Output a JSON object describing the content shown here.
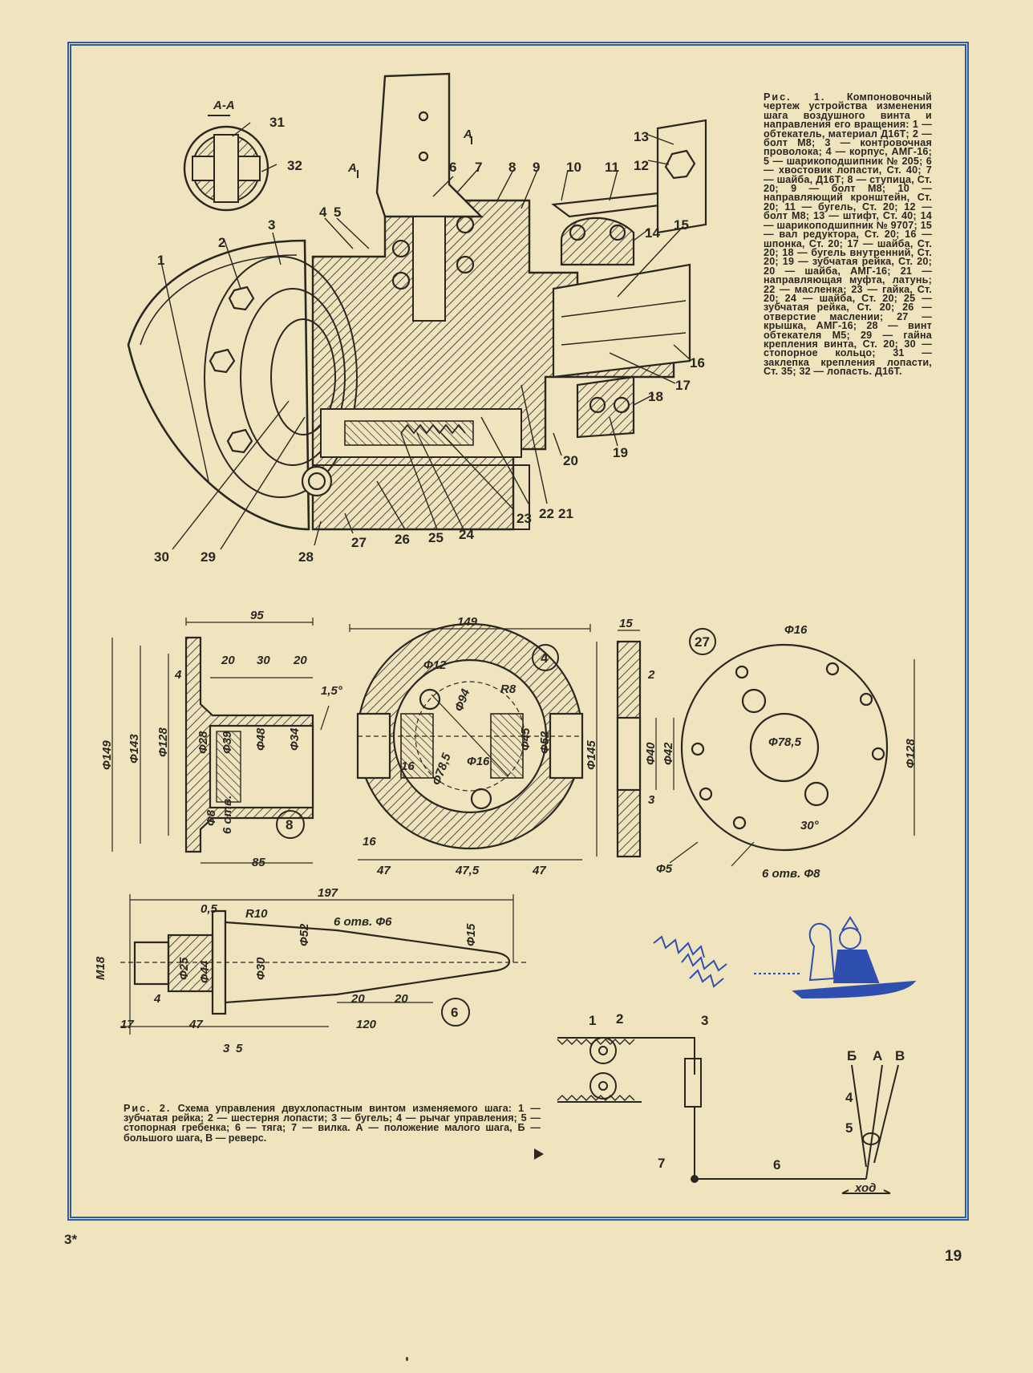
{
  "figure1": {
    "section_label": "А-А",
    "caption": "Рис. 1. Компоновочный чертеж устройства изменения шага воздушного винта и направления его вращения: 1 — обтекатель, материал Д16Т; 2 — болт М8; 3 — контровочная проволока; 4 — корпус, АМГ-16; 5 — шарикоподшипник № 205; 6 — хвостовик лопасти, Ст. 40; 7 — шайба, Д16Т; 8 — ступица, Ст. 20; 9 — болт М8; 10 — направляющий кронштейн, Ст. 20; 11 — бугель, Ст. 20; 12 — болт М8; 13 — штифт, Ст. 40; 14 — шарикоподшипник № 9707; 15 — вал редуктора, Ст. 20; 16 — шпонка, Ст. 20; 17 — шайба, Ст. 20; 18 — бугель внутренний, Ст. 20; 19 — зубчатая рейка, Ст. 20; 20 — шайба, АМГ-16; 21 — направляющая муфта, латунь; 22 — масленка; 23 — гайка, Ст. 20; 24 — шайба, Ст. 20; 25 — зубчатая рейка, Ст. 20; 26 — отверстие маслении; 27 — крышка, АМГ-16; 28 — винт обтекателя М5; 29 — гайна крепления винта, Ст. 20; 30 — стопорное кольцо; 31 — заклепка крепления лопасти, Ст. 35; 32 — лопасть. Д16Т.",
    "caption_lead": "Рис. 1.",
    "caption_body": "Компоновочный чертеж устройства изменения шага воздушного винта и направления его вращения: 1 — обтекатель, материал Д16Т; 2 — болт М8; 3 — контровочная проволока; 4 — корпус, АМГ-16; 5 — шарикоподшипник № 205; 6 — хвостовик лопасти, Ст. 40; 7 — шайба, Д16Т; 8 — ступица, Ст. 20; 9 — болт М8; 10 — направляющий кронштейн, Ст. 20; 11 — бугель, Ст. 20; 12 — болт М8; 13 — штифт, Ст. 40; 14 — шарикоподшипник № 9707; 15 — вал редуктора, Ст. 20; 16 — шпонка, Ст. 20; 17 — шайба, Ст. 20; 18 — бугель внутренний, Ст. 20; 19 — зубчатая рейка, Ст. 20; 20 — шайба, АМГ-16; 21 — направляющая муфта, латунь; 22 — масленка; 23 — гайка, Ст. 20; 24 — шайба, Ст. 20; 25 — зубчатая рейка, Ст. 20; 26 — отверстие маслении; 27 — крышка, АМГ-16; 28 — винт обтекателя М5; 29 — гайна крепления винта, Ст. 20; 30 — стопорное кольцо; 31 — заклепка крепления лопасти, Ст. 35; 32 — лопасть. Д16Т.",
    "part_numbers": [
      "1",
      "2",
      "3",
      "4",
      "5",
      "6",
      "7",
      "8",
      "9",
      "10",
      "11",
      "12",
      "13",
      "14",
      "15",
      "16",
      "17",
      "18",
      "19",
      "20",
      "21",
      "22",
      "23",
      "24",
      "25",
      "26",
      "27",
      "28",
      "29",
      "30",
      "31",
      "32"
    ]
  },
  "detail8": {
    "badge": "8",
    "dims": [
      "95",
      "20",
      "30",
      "20",
      "4",
      "1,5°",
      "Ф149",
      "Ф143",
      "Ф128",
      "Ф28",
      "Ф39",
      "Ф48",
      "Ф34",
      "Ф8",
      "6 отв.",
      "85"
    ]
  },
  "detail4": {
    "badge": "4",
    "dims": [
      "149",
      "Ф12",
      "Ф94",
      "R8",
      "Ф45",
      "Ф52",
      "Ф78,5",
      "Ф16",
      "16",
      "16",
      "47",
      "47,5",
      "47"
    ]
  },
  "detail27": {
    "badge": "27",
    "dims": [
      "15",
      "Ф16",
      "2",
      "Ф145",
      "Ф40",
      "Ф42",
      "Ф78,5",
      "3",
      "Ф128",
      "30°",
      "Ф5",
      "6 отв. Ф8"
    ]
  },
  "detail6": {
    "badge": "6",
    "dims": [
      "197",
      "0,5",
      "R10",
      "Ф52",
      "6 отв. Ф6",
      "Ф15",
      "М18",
      "Ф25",
      "Ф44",
      "Ф30",
      "4",
      "20",
      "20",
      "17",
      "47",
      "120",
      "3",
      "5"
    ]
  },
  "figure2": {
    "caption_lead": "Рис. 2.",
    "caption_body": "Схема управления двухлопастным винтом изменяемого шага: 1 — зубчатая рейка; 2 — шестерня лопасти; 3 — бугель; 4 — рычаг управления; 5 — стопорная гребенка; 6 — тяга; 7 — вилка. А — положение малого шага, Б — большого шага, В — реверс.",
    "labels": [
      "1",
      "2",
      "3",
      "4",
      "5",
      "6",
      "7",
      "Б",
      "А",
      "В",
      "ход"
    ]
  },
  "footer": {
    "signature_mark": "3*",
    "page_number": "19"
  },
  "colors": {
    "frame": "#2e5aa6",
    "ink": "#2a2722",
    "paper": "#efe4bd",
    "cartoon": "#2f4fb0"
  }
}
